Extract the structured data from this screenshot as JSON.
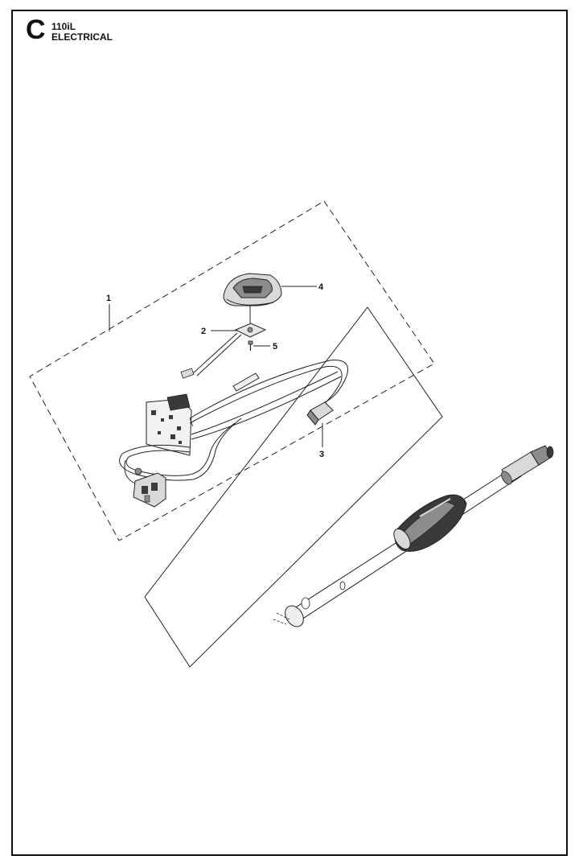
{
  "header": {
    "section_letter": "C",
    "model": "110iL",
    "title": "ELECTRICAL"
  },
  "callouts": [
    {
      "id": "1",
      "label": "1"
    },
    {
      "id": "2",
      "label": "2"
    },
    {
      "id": "3",
      "label": "3"
    },
    {
      "id": "4",
      "label": "4"
    },
    {
      "id": "5",
      "label": "5"
    }
  ],
  "colors": {
    "line": "#222222",
    "light_fill": "#d9d9d9",
    "mid_fill": "#8c8c8c",
    "dark_fill": "#3a3a3a"
  }
}
